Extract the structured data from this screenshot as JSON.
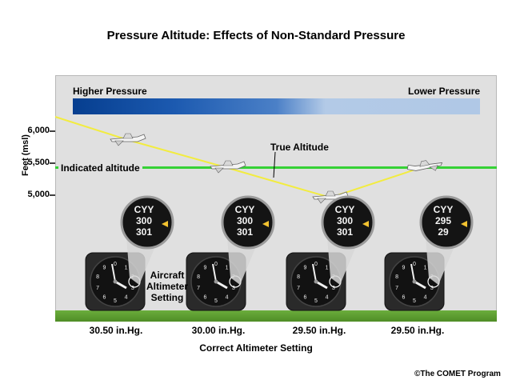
{
  "title": "Pressure Altitude: Effects of Non-Standard Pressure",
  "pressure": {
    "higher_label": "Higher Pressure",
    "lower_label": "Lower Pressure"
  },
  "y_axis": {
    "label": "Feet (msl)",
    "ticks": [
      "6,000",
      "5,500",
      "5,000"
    ]
  },
  "indicated_label": "Indicated altitude",
  "true_altitude_label": "True Altitude",
  "setting_label": [
    "Aircraft",
    "Altimeter",
    "Setting"
  ],
  "settings": [
    "30.50 in.Hg.",
    "30.00 in.Hg.",
    "29.50 in.Hg.",
    "29.50 in.Hg."
  ],
  "zoom_readings": [
    [
      "CYY",
      "300",
      "301"
    ],
    [
      "CYY",
      "300",
      "301"
    ],
    [
      "CYY",
      "300",
      "301"
    ],
    [
      "CYY",
      "295",
      "29"
    ]
  ],
  "x_axis_title": "Correct Altimeter Setting",
  "credit": "©The COMET Program",
  "colors": {
    "indicated_line": "#36d136",
    "true_altitude_line": "#f2ec40",
    "ground": "#5a9a30",
    "pressure_high": "#063e8f",
    "pressure_low": "#b0c8e6"
  }
}
